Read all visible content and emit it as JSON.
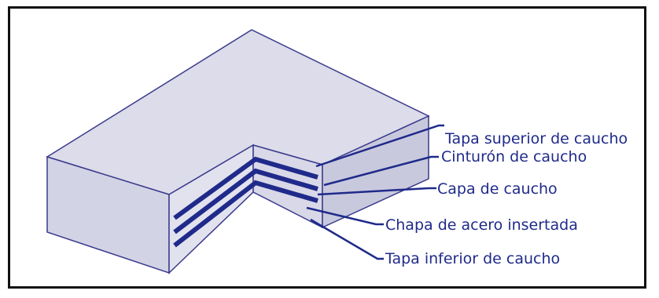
{
  "colors": {
    "outline": "#3a3a8c",
    "face": "#dcdcea",
    "side": "#cfcfe2",
    "plate": "#1f2a8a",
    "leader": "#1f2a8a",
    "label_text": "#1f2a8a"
  },
  "labels": [
    {
      "id": "top-cover",
      "text": "Tapa superior de caucho"
    },
    {
      "id": "belt",
      "text": "Cinturón de caucho"
    },
    {
      "id": "layer",
      "text": "Capa de caucho"
    },
    {
      "id": "steel",
      "text": "Chapa de acero insertada"
    },
    {
      "id": "bottom-cover",
      "text": "Tapa inferior de caucho"
    }
  ]
}
